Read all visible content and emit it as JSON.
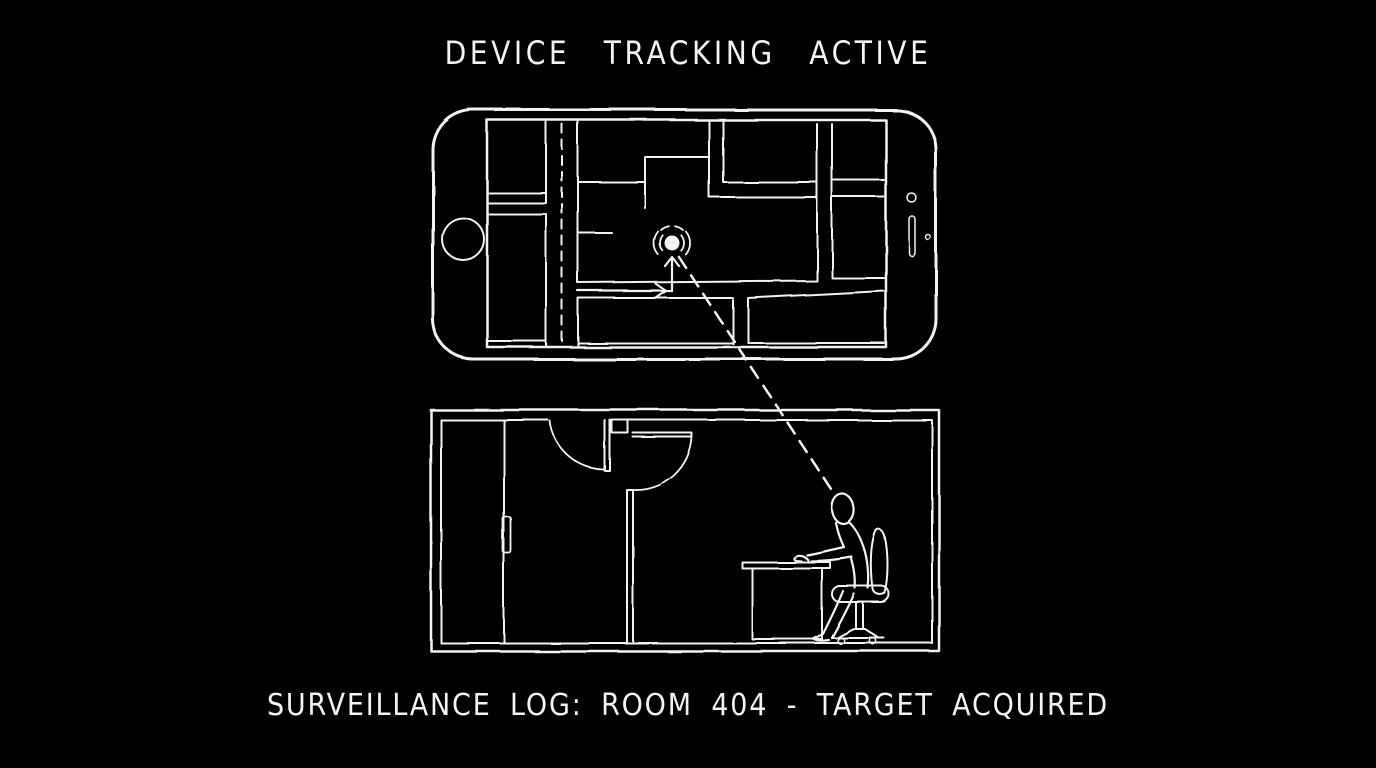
{
  "title": "DEVICE TRACKING ACTIVE",
  "caption": "SURVEILLANCE LOG: ROOM 404 - TARGET ACQUIRED",
  "room_number": "404",
  "colors": {
    "background": "#000000",
    "ink": "#f2f2f2"
  },
  "scene": {
    "phone_map": {
      "marker": "location-dot-with-signal-waves",
      "route": "arrow-pointing-to-marker",
      "road": "dashed-centerline-road"
    },
    "room": {
      "furniture": [
        "closet-with-handle",
        "swing-doors",
        "desk",
        "office-chair"
      ],
      "occupant": "person-seated-at-desk"
    },
    "link": "dashed-tracking-line-from-map-marker-to-person"
  }
}
